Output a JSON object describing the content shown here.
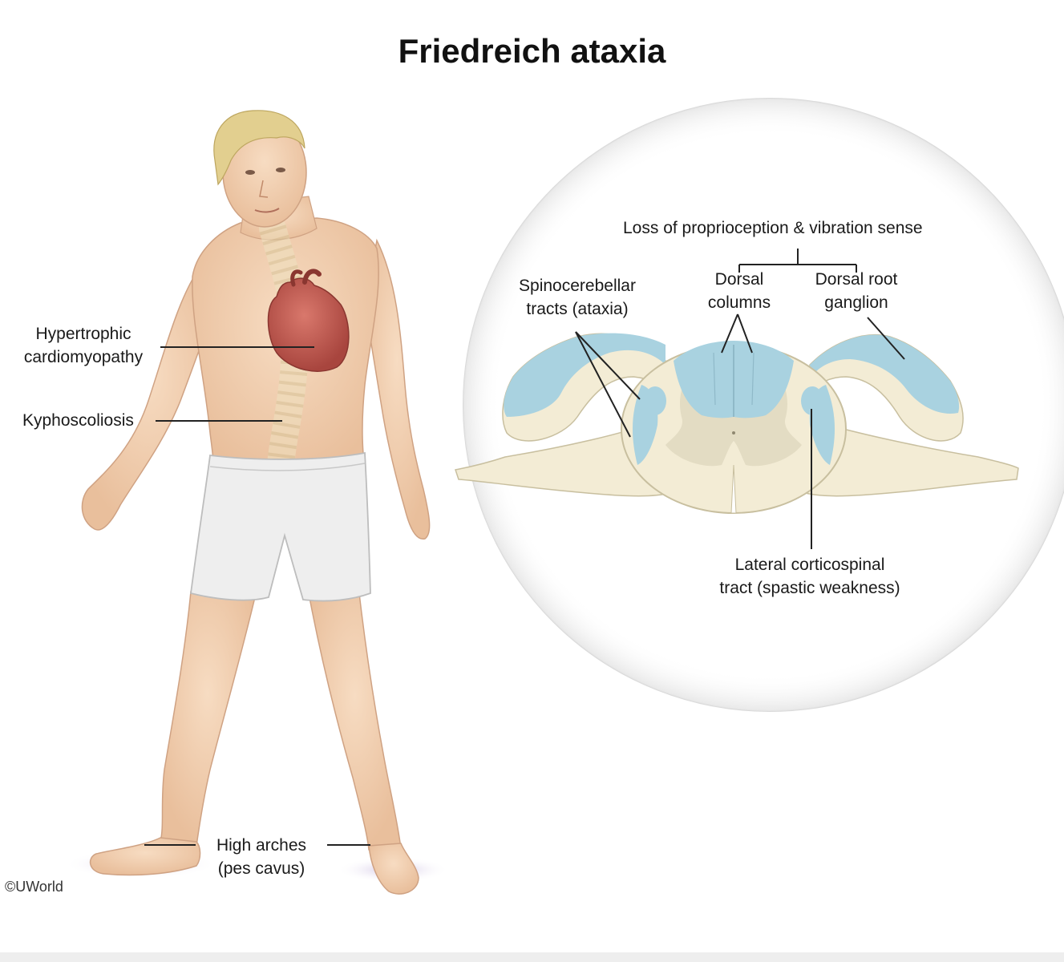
{
  "title": "Friedreich ataxia",
  "copyright": "©UWorld",
  "body_labels": {
    "cardiomyopathy": [
      "Hypertrophic",
      "cardiomyopathy"
    ],
    "kyphoscoliosis": "Kyphoscoliosis",
    "high_arches": [
      "High arches",
      "(pes cavus)"
    ]
  },
  "cord_labels": {
    "proprioception": "Loss of proprioception & vibration sense",
    "spinocerebellar": [
      "Spinocerebellar",
      "tracts (ataxia)"
    ],
    "dorsal_columns": [
      "Dorsal",
      "columns"
    ],
    "dorsal_root_ganglion": [
      "Dorsal root",
      "ganglion"
    ],
    "corticospinal": [
      "Lateral corticospinal",
      "tract (spastic weakness)"
    ]
  },
  "colors": {
    "skin": "#f3d2b5",
    "hair": "#e2cf8f",
    "shorts": "#eeeeee",
    "heart": "#c05a52",
    "cord_white_matter": "#f3ecd5",
    "cord_grey_matter": "#e3dcc3",
    "affected_tracts": "#a9d2e0"
  }
}
